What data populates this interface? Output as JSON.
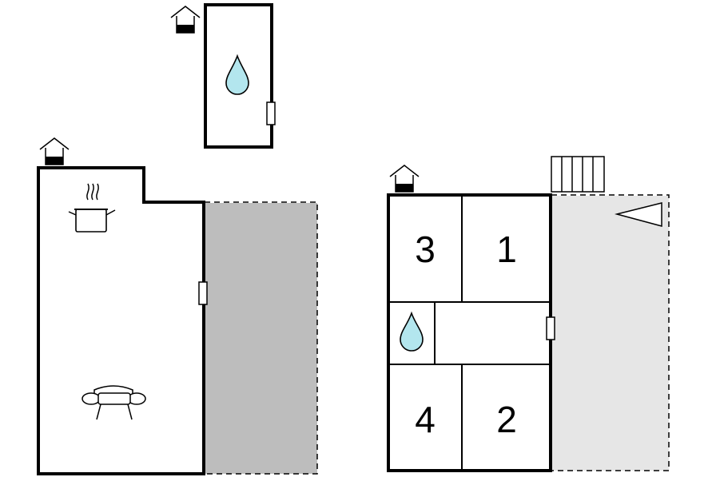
{
  "colors": {
    "wall": "#000000",
    "terrace_dark": "#bdbdbd",
    "terrace_light": "#e6e6e6",
    "water": "#b3e6ee"
  },
  "plans": [
    {
      "name": "bathroom-building",
      "icons": [
        "entrance-house-icon",
        "water-drop-icon"
      ]
    },
    {
      "name": "main-room-building",
      "icons": [
        "entrance-house-icon",
        "cooking-pot-icon",
        "sofa-icon"
      ]
    },
    {
      "name": "bedroom-building",
      "icons": [
        "entrance-house-icon",
        "water-drop-icon",
        "stairs-icon",
        "tent-icon"
      ],
      "rooms": [
        {
          "label": "3"
        },
        {
          "label": "1"
        },
        {
          "label": "4"
        },
        {
          "label": "2"
        }
      ]
    }
  ]
}
